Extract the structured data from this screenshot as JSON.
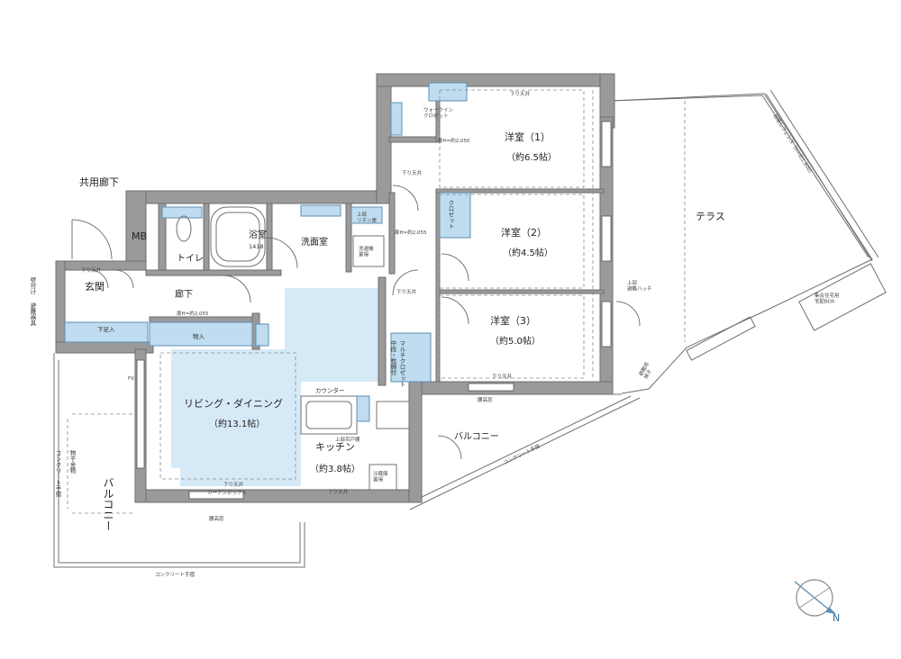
{
  "labels": {
    "shared_corridor": "共用廊下",
    "mb": "MB",
    "genkan": "玄関",
    "shoeire": "下足入",
    "toilet": "トイレ",
    "rouka": "廊下",
    "bath": "浴室",
    "bath_size": "1418",
    "senmen": "洗面室",
    "linen": "上部\nリネン庫",
    "sentakuki": "洗濯機\n置場",
    "monoire": "物入",
    "living": "リビング・ダイニング",
    "living_size": "（約13.1帖）",
    "kitchen": "キッチン",
    "kitchen_size": "（約3.8帖）",
    "counter": "カウンター",
    "reizouko": "冷蔵庫\n置場",
    "youshitsu1": "洋室（1）",
    "youshitsu1_size": "（約6.5帖）",
    "youshitsu2": "洋室（2）",
    "youshitsu2_size": "（約4.5帖）",
    "youshitsu3": "洋室（3）",
    "youshitsu3_size": "（約5.0帖）",
    "walkin": "ウォークイン\nクロゼット",
    "closet": "クロゼット",
    "multi_closet": "マルチクロゼット",
    "nakaten": "中段・枕棚付",
    "terrace": "テラス",
    "balcony_right": "バルコニー",
    "balcony_left": "バルコニー",
    "sagaritenjo": "下り天井",
    "tobira_h1": "扉H=約2,050",
    "tobira_h2": "扉H=約2,055",
    "tobira_h3": "扉H=約2,055",
    "koshidaka": "腰高窓",
    "concrete_tesuri": "コンクリート手摺",
    "curtain_box": "カーテンボックス",
    "hinan_hatch": "上部\n避難ハッチ",
    "monohoshi": "物干金物",
    "shuugou_jutaku": "集合住宅用\n宅配BOX",
    "north": "N",
    "fx": "FX",
    "jyoubu_tsuribako": "上部吊戸棚",
    "hinan_hashigo": "避難用\n梯子",
    "kabe_label": "壁付け\n避難器具",
    "mekakushi": "目隠しフェンス（H=約1,800）"
  },
  "colors": {
    "wall": "#9a9a9a",
    "highlight": "#d6e9f7",
    "fixture": "#bfdcf0"
  }
}
